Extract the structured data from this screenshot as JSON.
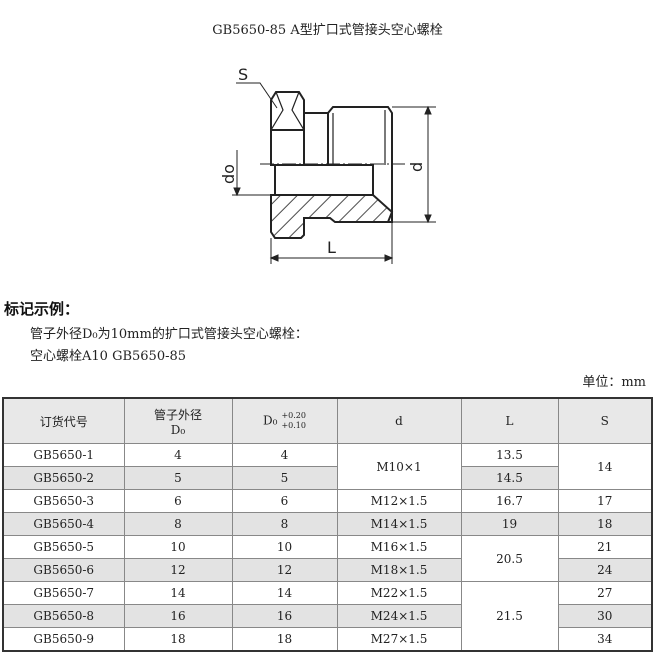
{
  "title": "GB5650-85 A型扩口式管接头空心螺栓",
  "drawing": {
    "label_s": "S",
    "label_d0": "do",
    "label_d": "d",
    "label_l": "L"
  },
  "example": {
    "heading": "标记示例：",
    "line1": "管子外径D₀为10mm的扩口式管接头空心螺栓：",
    "line2": "空心螺栓A10  GB5650-85"
  },
  "unit": "单位：mm",
  "table": {
    "headers": {
      "code": "订货代号",
      "pipe_od": "管子外径",
      "pipe_od_sym": "D₀",
      "d0": "D₀",
      "tol_upper": "+0.20",
      "tol_lower": "+0.10",
      "d": "d",
      "l": "L",
      "s": "S"
    },
    "rows": [
      {
        "code": "GB5650-1",
        "od": "4",
        "d0": "4",
        "d": "M10×1",
        "l": "13.5",
        "s": "14"
      },
      {
        "code": "GB5650-2",
        "od": "5",
        "d0": "5",
        "d": "",
        "l": "14.5",
        "s": ""
      },
      {
        "code": "GB5650-3",
        "od": "6",
        "d0": "6",
        "d": "M12×1.5",
        "l": "16.7",
        "s": "17"
      },
      {
        "code": "GB5650-4",
        "od": "8",
        "d0": "8",
        "d": "M14×1.5",
        "l": "19",
        "s": "18"
      },
      {
        "code": "GB5650-5",
        "od": "10",
        "d0": "10",
        "d": "M16×1.5",
        "l": "20.5",
        "s": "21"
      },
      {
        "code": "GB5650-6",
        "od": "12",
        "d0": "12",
        "d": "M18×1.5",
        "l": "",
        "s": "24"
      },
      {
        "code": "GB5650-7",
        "od": "14",
        "d0": "14",
        "d": "M22×1.5",
        "l": "21.5",
        "s": "27"
      },
      {
        "code": "GB5650-8",
        "od": "16",
        "d0": "16",
        "d": "M24×1.5",
        "l": "",
        "s": "30"
      },
      {
        "code": "GB5650-9",
        "od": "18",
        "d0": "18",
        "d": "M27×1.5",
        "l": "",
        "s": "34"
      }
    ]
  }
}
